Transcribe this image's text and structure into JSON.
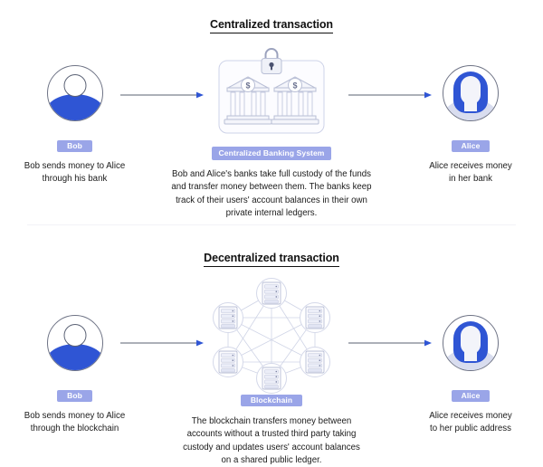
{
  "page": {
    "background": "#ffffff",
    "accent_blue": "#2f55d4",
    "badge_bg": "#9aa5e8",
    "line_gray": "#6e7385",
    "divider": "#f2f3f7"
  },
  "sections": [
    {
      "id": "centralized",
      "title": "Centralized transaction",
      "left": {
        "avatar": "bob-avatar",
        "badge": "Bob",
        "caption": "Bob sends money to Alice\nthrough his bank"
      },
      "center": {
        "icon": "two-banks-with-padlock",
        "badge": "Centralized Banking System",
        "caption": "Bob and Alice's banks take full custody of the funds and transfer money between them. The banks keep track of their users' account balances in their own private internal ledgers.",
        "bank_symbol": "$",
        "lock_label": "padlock"
      },
      "right": {
        "avatar": "alice-avatar",
        "badge": "Alice",
        "caption": "Alice receives money\nin her bank"
      },
      "arrows": [
        "arrow-bob-to-banks",
        "arrow-banks-to-alice"
      ]
    },
    {
      "id": "decentralized",
      "title": "Decentralized transaction",
      "left": {
        "avatar": "bob-avatar",
        "badge": "Bob",
        "caption": "Bob sends money to Alice\nthrough the blockchain"
      },
      "center": {
        "icon": "peer-to-peer-server-mesh",
        "badge": "Blockchain",
        "caption": "The blockchain transfers money between accounts without a trusted third party taking custody and updates users' account balances on a shared public ledger.",
        "node_count": 6
      },
      "right": {
        "avatar": "alice-avatar",
        "badge": "Alice",
        "caption": "Alice receives money\nto her public address"
      },
      "arrows": [
        "arrow-bob-to-blockchain",
        "arrow-blockchain-to-alice"
      ]
    }
  ]
}
